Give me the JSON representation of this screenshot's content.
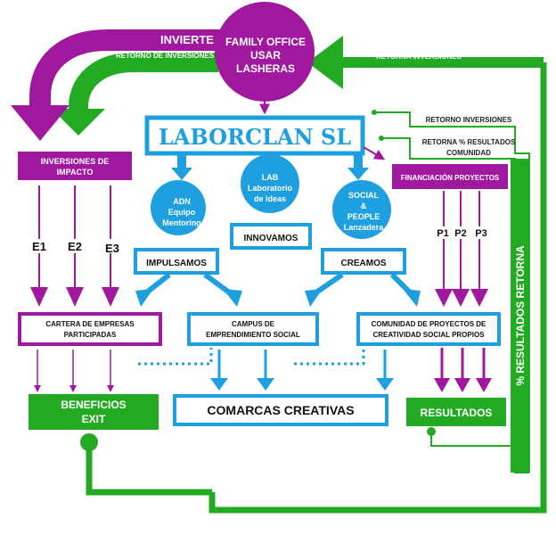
{
  "colors": {
    "purple": "#a0189e",
    "green": "#22aa22",
    "blue": "#1ea0e0",
    "dark_green": "#1f8f1f"
  },
  "family_office": {
    "line1": "FAMILY OFFICE",
    "line2": "USAR",
    "line3": "LASHERAS"
  },
  "arrows": {
    "invierte": "INVIERTE",
    "retorno_de_inversiones": "RETORNO DE INVERSIONES",
    "retorna_inversiones": "RETORNA  INVERSIONES",
    "retorno_inversiones": "RETORNO INVERSIONES",
    "retorna_resultados_line1": "RETORNA % RESULTADOS",
    "retorna_resultados_line2": "COMUNIDAD",
    "financiacion": "FINANCIACIÓN PROYECTOS",
    "resultados_retorna": "% RESULTADOS RETORNA"
  },
  "company": {
    "name": "LABORCLAN SL"
  },
  "inversiones": {
    "line1": "INVERSIONES  DE",
    "line2": "IMPACTO"
  },
  "circles": {
    "adn": {
      "line1": "ADN",
      "line2": "Equipo",
      "line3": "Mentoring"
    },
    "lab": {
      "line1": "LAB",
      "line2": "Laboratorio",
      "line3": "de ideas"
    },
    "social": {
      "line1": "SOCIAL",
      "line2": "&",
      "line3": "PEOPLE",
      "line4": "Lanzadera"
    }
  },
  "labels": {
    "innovamos": "INNOVAMOS",
    "impulsamos": "IMPULSAMOS",
    "creamos": "CREAMOS",
    "e1": "E1",
    "e2": "E2",
    "e3": "E3",
    "p1": "P1",
    "p2": "P2",
    "p3": "P3"
  },
  "boxes": {
    "cartera_line1": "CARTERA DE EMPRESAS",
    "cartera_line2": "PARTICIPADAS",
    "campus_line1": "CAMPUS DE",
    "campus_line2": "EMPRENDIMIENTO SOCIAL",
    "comunidad_line1": "COMUNIDAD DE PROYECTOS DE",
    "comunidad_line2": "CREATIVIDAD SOCIAL PROPIOS",
    "comarcas": "COMARCAS CREATIVAS",
    "beneficios_line1": "BENEFICIOS",
    "beneficios_line2": "EXIT",
    "resultados": "RESULTADOS"
  }
}
